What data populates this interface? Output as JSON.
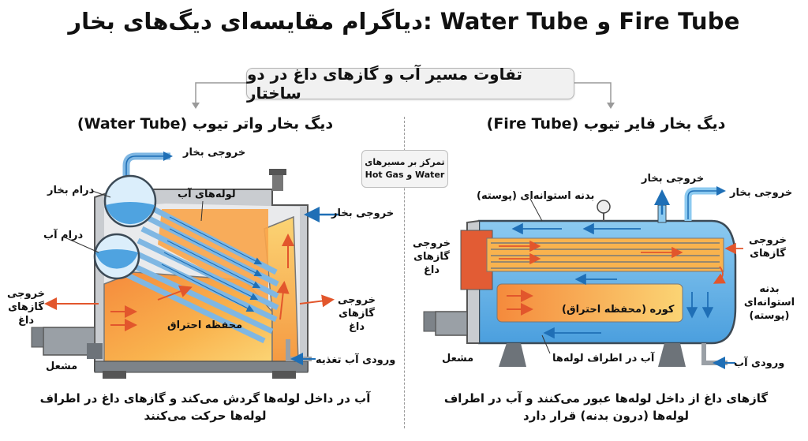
{
  "title": "دیاگرام مقایسه‌ای دیگ‌های بخار: Water Tube و Fire Tube",
  "subtitle": "تفاوت مسیر آب و گازهای داغ در دو ساختار",
  "focus_note": {
    "line1": "تمرکز بر مسیرهای",
    "line2": "Hot Gas و Water"
  },
  "water_tube": {
    "heading": "دیگ بخار واتر تیوب (Water Tube)",
    "labels": {
      "steam_outlet_top": "خروجی بخار",
      "steam_drum": "درام بخار",
      "water_tubes": "لوله‌های آب",
      "steam_outlet_side": "خروجی بخار",
      "water_drum": "درام آب",
      "hot_gas_outlet_left": "خروجی گازهای داغ",
      "hot_gas_outlet_right": "خروجی گازهای داغ",
      "combustion_chamber": "محفظه احتراق",
      "feed_water_inlet": "ورودی آب تغذیه",
      "burner": "مشعل"
    },
    "description": "آب در داخل لوله‌ها گردش می‌کند و گازهای داغ در اطراف لوله‌ها حرکت می‌کنند"
  },
  "fire_tube": {
    "heading": "دیگ بخار فایر تیوب (Fire Tube)",
    "labels": {
      "steam_outlet_mid": "خروجی بخار",
      "steam_outlet_right": "خروجی بخار",
      "shell_top": "بدنه استوانه‌ای (پوسته)",
      "hot_gas_outlet_left": "خروجی گازهای داغ",
      "hot_gas_outlet_right": "خروجی گازهای",
      "shell_right": "بدنه استوانه‌ای (پوسته)",
      "furnace": "کوره (محفظه احتراق)",
      "water_around_tubes": "آب در اطراف لوله‌ها",
      "water_inlet": "ورودی آب",
      "burner": "مشعل"
    },
    "description": "گازهای داغ از داخل لوله‌ها عبور می‌کنند و آب در اطراف لوله‌ها (درون بدنه) قرار دارد"
  },
  "colors": {
    "hot": "#f6a04a",
    "hot_light": "#fbd78a",
    "water": "#6cb8ea",
    "water_dark": "#1f6fb6",
    "arrow_hot": "#e2562c",
    "steel": "#9aa0a6"
  }
}
